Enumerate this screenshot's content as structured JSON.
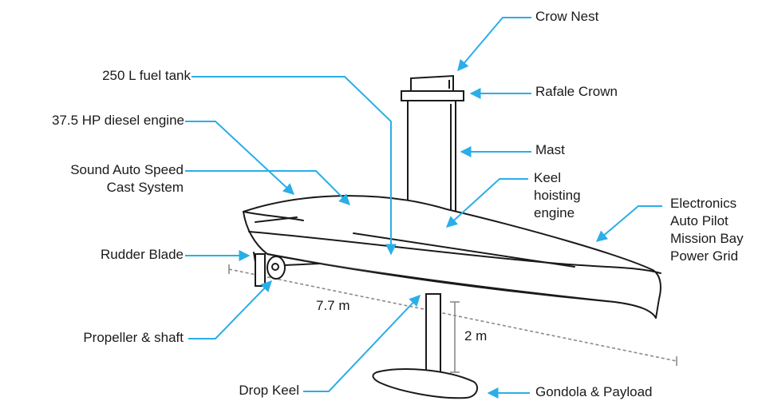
{
  "colors": {
    "leader": "#2aaee8",
    "outline": "#1a1a1a",
    "dimension": "#8a8a8a",
    "text": "#1a1a1a"
  },
  "labels": {
    "crow_nest": "Crow Nest",
    "rafale_crown": "Rafale Crown",
    "mast": "Mast",
    "keel_hoisting": [
      "Keel",
      "hoisting",
      "engine"
    ],
    "electronics": [
      "Electronics",
      "Auto Pilot",
      "Mission Bay",
      "Power Grid"
    ],
    "fuel_tank": "250 L fuel tank",
    "diesel_engine": "37.5 HP diesel engine",
    "sound_system": [
      "Sound Auto Speed",
      "Cast System"
    ],
    "rudder_blade": "Rudder Blade",
    "propeller_shaft": "Propeller & shaft",
    "drop_keel": "Drop Keel",
    "gondola_payload": "Gondola & Payload"
  },
  "dimensions": {
    "length": "7.7 m",
    "keel_depth": "2 m"
  }
}
